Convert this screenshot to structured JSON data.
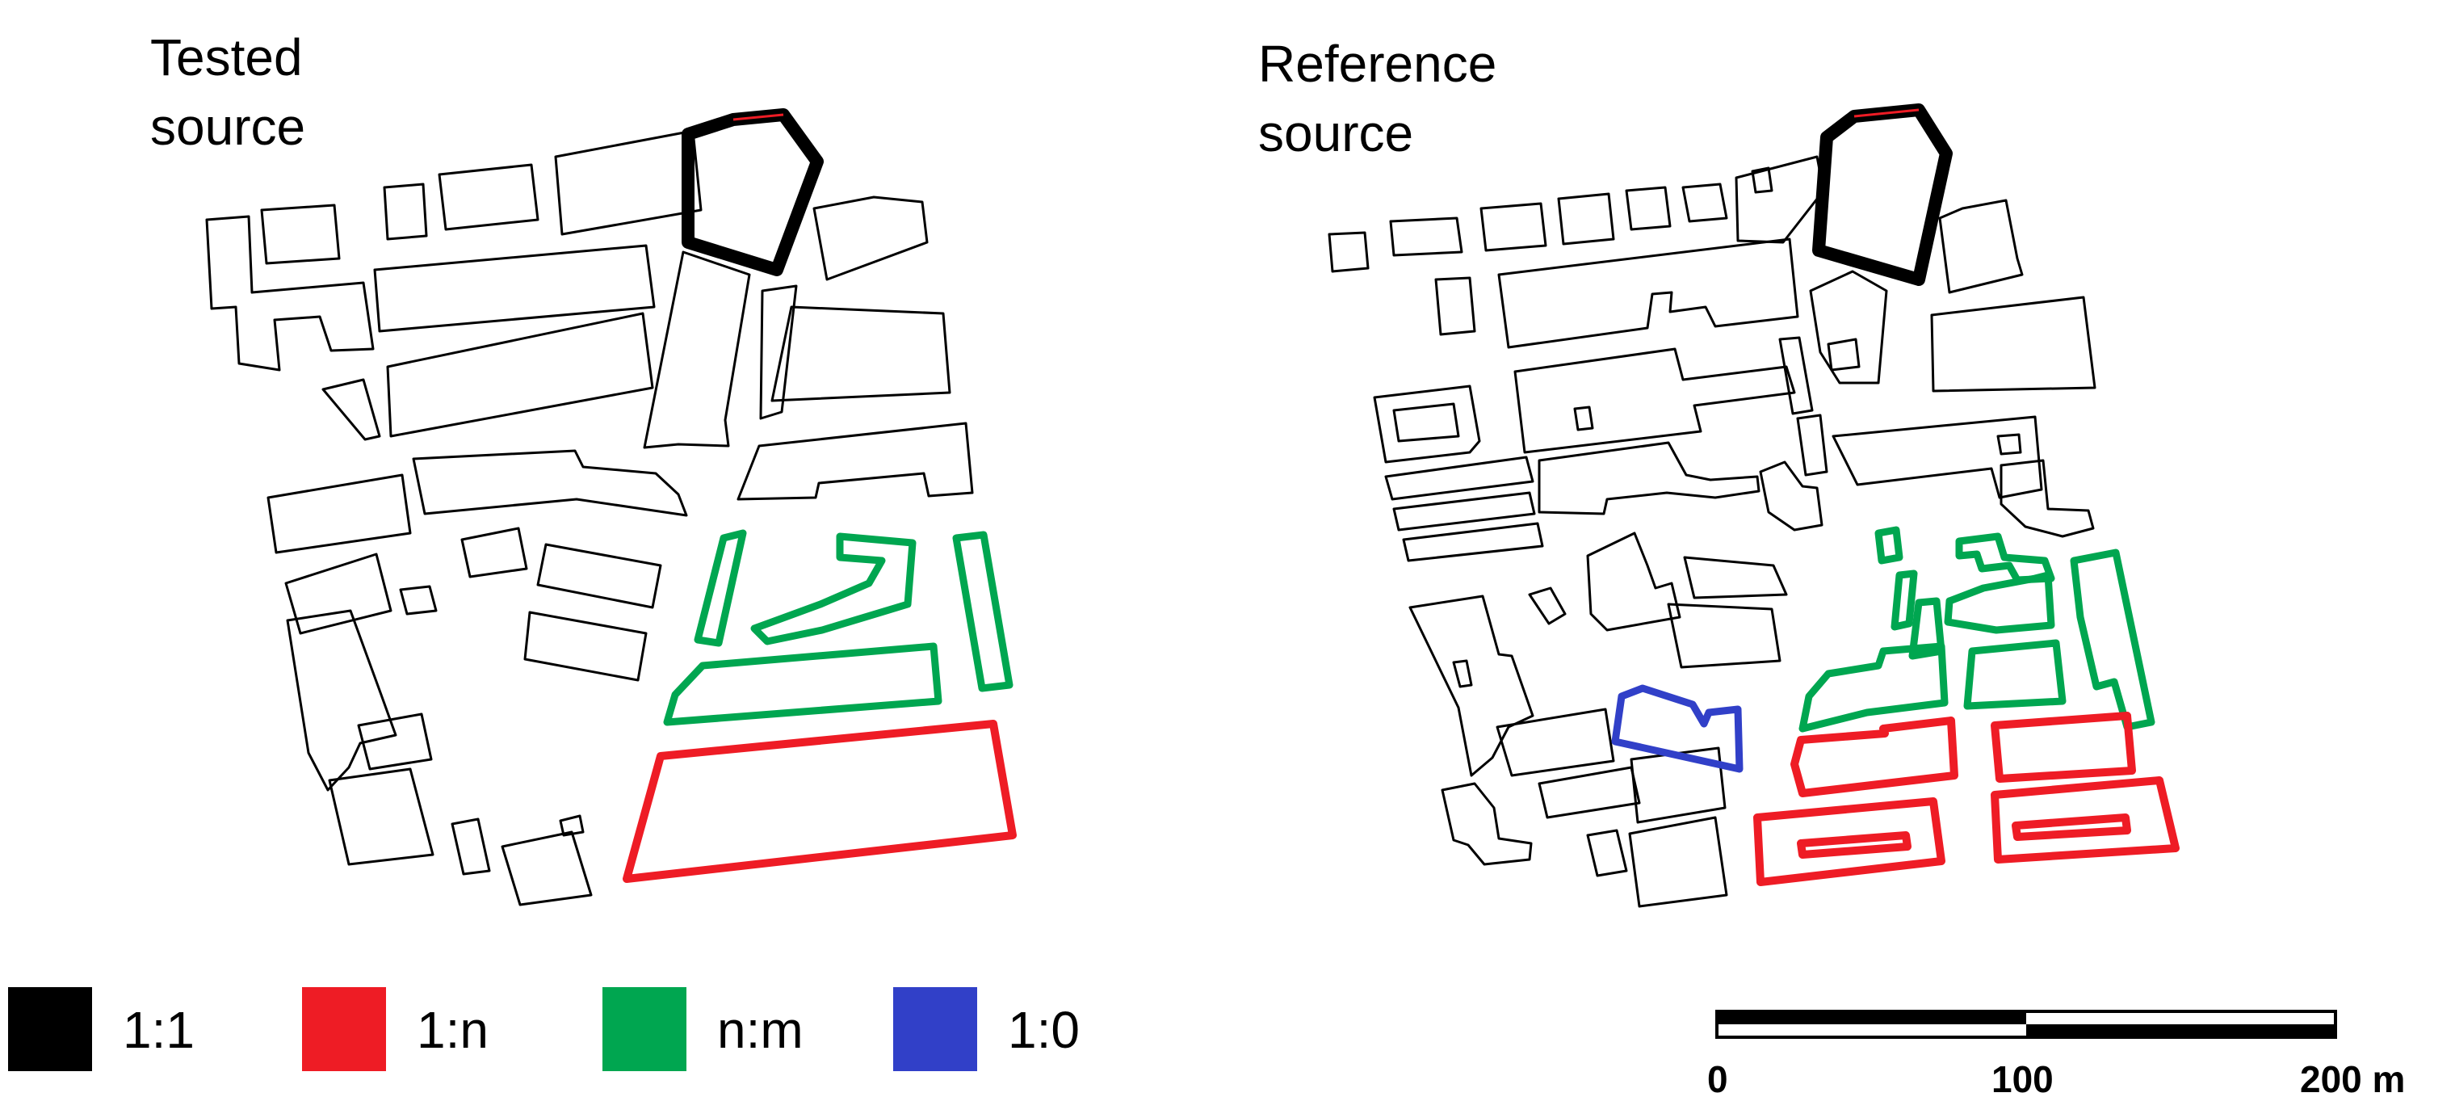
{
  "panels": [
    {
      "title_line1": "Tested",
      "title_line2": "source"
    },
    {
      "title_line1": "Reference",
      "title_line2": "source"
    }
  ],
  "legend": [
    {
      "label": "1:1",
      "color": "#000000"
    },
    {
      "label": "1:n",
      "color": "#ee1c25"
    },
    {
      "label": "n:m",
      "color": "#00a650"
    },
    {
      "label": "1:0",
      "color": "#3140c8"
    }
  ],
  "scale_bar": {
    "labels": [
      "0",
      "100",
      "200 m"
    ],
    "unit": "m"
  }
}
